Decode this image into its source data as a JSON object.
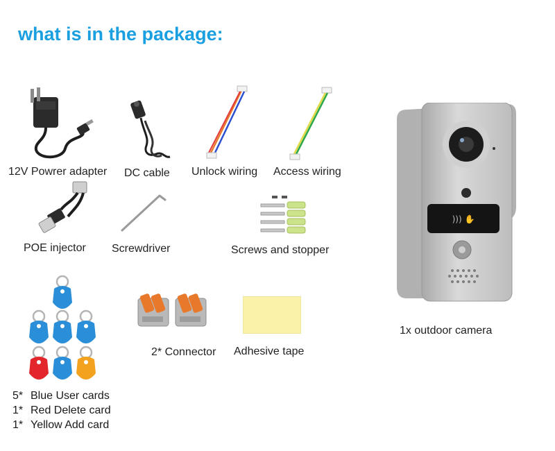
{
  "heading": "what is in the package:",
  "items": {
    "power_adapter": "12V Powrer adapter",
    "dc_cable": "DC cable",
    "unlock_wiring": "Unlock wiring",
    "access_wiring": "Access wiring",
    "poe_injector": "POE injector",
    "screwdriver": "Screwdriver",
    "screws": "Screws and stopper",
    "connector": "2* Connector",
    "tape": "Adhesive tape",
    "camera": "1x outdoor camera"
  },
  "cards": [
    {
      "qty": "5*",
      "label": "Blue User cards"
    },
    {
      "qty": "1*",
      "label": "Red Delete card"
    },
    {
      "qty": "1*",
      "label": "Yellow Add card"
    }
  ],
  "colors": {
    "heading": "#1a9fe0",
    "blue_card": "#2a8fd8",
    "red_card": "#e3262b",
    "yellow_card": "#f2a21e",
    "camera_body": "#c8c8c8",
    "tape": "#fbf2a9"
  },
  "icons": [
    "power-adapter-icon",
    "dc-cable-icon",
    "unlock-wiring-icon",
    "access-wiring-icon",
    "poe-injector-icon",
    "screwdriver-icon",
    "screws-icon",
    "rfid-card-icon",
    "connector-icon",
    "adhesive-tape-icon",
    "outdoor-camera-icon"
  ]
}
